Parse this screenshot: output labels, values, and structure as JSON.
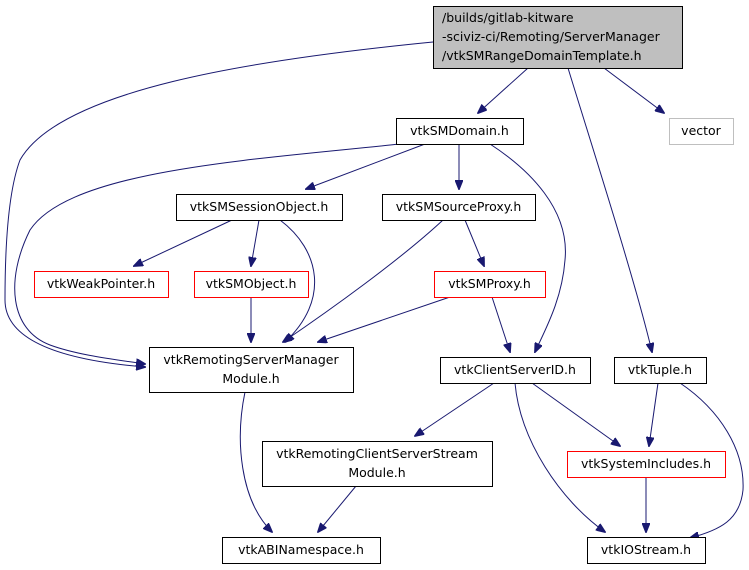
{
  "title": "/builds/gitlab-kitware-sciviz-ci/Remoting/ServerManager/vtkSMRangeDomainTemplate.h include dependency graph",
  "colors": {
    "edge": "#191970",
    "root_fill": "#bfbfbf",
    "root_border": "#000000",
    "normal_border": "#000000",
    "truncated_border": "#ff0000",
    "external_border": "#bfbfbf",
    "node_fill": "#ffffff"
  },
  "nodes": [
    {
      "id": "root",
      "lines": [
        "/builds/gitlab-kitware",
        "-sciviz-ci/Remoting/ServerManager",
        "/vtkSMRangeDomainTemplate.h"
      ],
      "kind": "root"
    },
    {
      "id": "vtkSMDomain",
      "lines": [
        "vtkSMDomain.h"
      ],
      "kind": "normal"
    },
    {
      "id": "vector",
      "lines": [
        "vector"
      ],
      "kind": "external"
    },
    {
      "id": "vtkSMSessionObject",
      "lines": [
        "vtkSMSessionObject.h"
      ],
      "kind": "normal"
    },
    {
      "id": "vtkSMSourceProxy",
      "lines": [
        "vtkSMSourceProxy.h"
      ],
      "kind": "normal"
    },
    {
      "id": "vtkWeakPointer",
      "lines": [
        "vtkWeakPointer.h"
      ],
      "kind": "truncated"
    },
    {
      "id": "vtkSMObject",
      "lines": [
        "vtkSMObject.h"
      ],
      "kind": "truncated"
    },
    {
      "id": "vtkSMProxy",
      "lines": [
        "vtkSMProxy.h"
      ],
      "kind": "truncated"
    },
    {
      "id": "vtkRemotingServerManagerModule",
      "lines": [
        "vtkRemotingServerManager",
        "Module.h"
      ],
      "kind": "normal"
    },
    {
      "id": "vtkClientServerID",
      "lines": [
        "vtkClientServerID.h"
      ],
      "kind": "normal"
    },
    {
      "id": "vtkTuple",
      "lines": [
        "vtkTuple.h"
      ],
      "kind": "normal"
    },
    {
      "id": "vtkRemotingClientServerStreamModule",
      "lines": [
        "vtkRemotingClientServerStream",
        "Module.h"
      ],
      "kind": "normal"
    },
    {
      "id": "vtkSystemIncludes",
      "lines": [
        "vtkSystemIncludes.h"
      ],
      "kind": "truncated"
    },
    {
      "id": "vtkABINamespace",
      "lines": [
        "vtkABINamespace.h"
      ],
      "kind": "normal"
    },
    {
      "id": "vtkIOStream",
      "lines": [
        "vtkIOStream.h"
      ],
      "kind": "normal"
    }
  ],
  "edges": [
    {
      "from": "root",
      "to": "vtkSMDomain"
    },
    {
      "from": "root",
      "to": "vector"
    },
    {
      "from": "root",
      "to": "vtkTuple"
    },
    {
      "from": "root",
      "to": "vtkRemotingServerManagerModule"
    },
    {
      "from": "vtkSMDomain",
      "to": "vtkSMSessionObject"
    },
    {
      "from": "vtkSMDomain",
      "to": "vtkSMSourceProxy"
    },
    {
      "from": "vtkSMDomain",
      "to": "vtkClientServerID"
    },
    {
      "from": "vtkSMDomain",
      "to": "vtkRemotingServerManagerModule"
    },
    {
      "from": "vtkSMSessionObject",
      "to": "vtkWeakPointer"
    },
    {
      "from": "vtkSMSessionObject",
      "to": "vtkSMObject"
    },
    {
      "from": "vtkSMSessionObject",
      "to": "vtkRemotingServerManagerModule"
    },
    {
      "from": "vtkSMObject",
      "to": "vtkRemotingServerManagerModule"
    },
    {
      "from": "vtkSMSourceProxy",
      "to": "vtkSMProxy"
    },
    {
      "from": "vtkSMSourceProxy",
      "to": "vtkRemotingServerManagerModule"
    },
    {
      "from": "vtkSMProxy",
      "to": "vtkRemotingServerManagerModule"
    },
    {
      "from": "vtkSMProxy",
      "to": "vtkClientServerID"
    },
    {
      "from": "vtkRemotingServerManagerModule",
      "to": "vtkABINamespace"
    },
    {
      "from": "vtkClientServerID",
      "to": "vtkRemotingClientServerStreamModule"
    },
    {
      "from": "vtkClientServerID",
      "to": "vtkSystemIncludes"
    },
    {
      "from": "vtkClientServerID",
      "to": "vtkIOStream"
    },
    {
      "from": "vtkRemotingClientServerStreamModule",
      "to": "vtkABINamespace"
    },
    {
      "from": "vtkTuple",
      "to": "vtkSystemIncludes"
    },
    {
      "from": "vtkTuple",
      "to": "vtkIOStream"
    },
    {
      "from": "vtkSystemIncludes",
      "to": "vtkIOStream"
    }
  ]
}
